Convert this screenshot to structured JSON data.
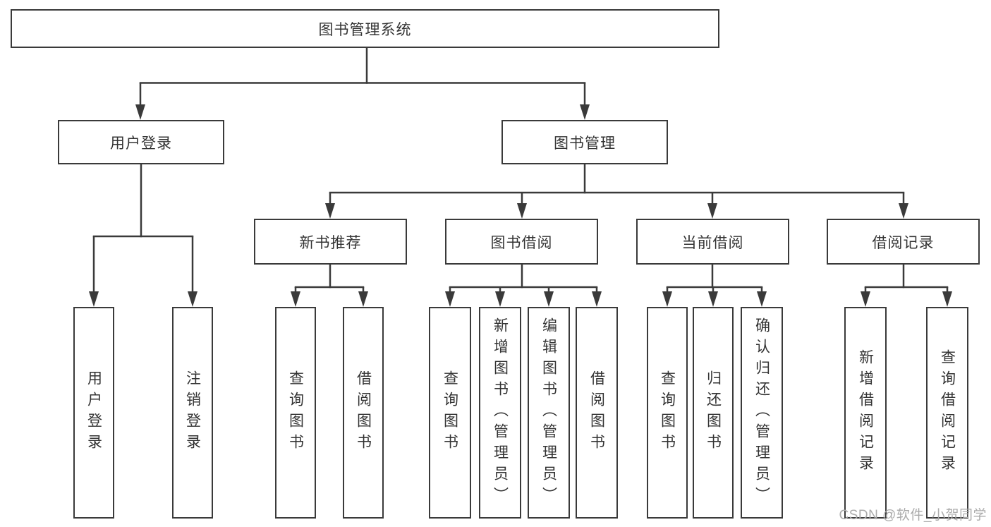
{
  "diagram": {
    "root": {
      "label": "图书管理系统"
    },
    "level2": {
      "user_login": {
        "label": "用户登录"
      },
      "book_mgmt": {
        "label": "图书管理"
      }
    },
    "level3": {
      "new_book": {
        "label": "新书推荐"
      },
      "book_borrow": {
        "label": "图书借阅"
      },
      "current_borrow": {
        "label": "当前借阅"
      },
      "borrow_record": {
        "label": "借阅记录"
      }
    },
    "leaves": {
      "user_login_1": "用户登录",
      "user_login_2": "注销登录",
      "new_book_1": "查询图书",
      "new_book_2": "借阅图书",
      "book_borrow_1": "查询图书",
      "book_borrow_2": "新增图书（管理员）",
      "book_borrow_3": "编辑图书（管理员）",
      "book_borrow_4": "借阅图书",
      "current_borrow_1": "查询图书",
      "current_borrow_2": "归还图书",
      "current_borrow_3": "确认归还（管理员）",
      "borrow_record_1": "新增借阅记录",
      "borrow_record_2": "查询借阅记录"
    }
  },
  "watermark": {
    "text": "CSDN @软件_小贺同学"
  },
  "colors": {
    "line": "#3a3a3a",
    "text": "#333333",
    "background": "#ffffff",
    "watermark": "#ababab"
  }
}
